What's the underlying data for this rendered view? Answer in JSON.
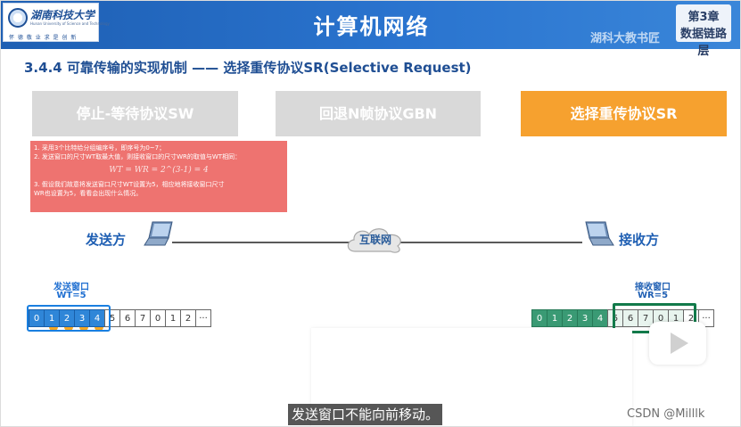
{
  "header": {
    "logo_name": "湖南科技大学",
    "logo_subtitle": "Hunan University of Science and Technology",
    "logo_motto": "怀 德 敬 业   求 是 创 新",
    "title": "计算机网络",
    "chapter_number": "第3章",
    "chapter_name": "数据链路层",
    "watermark": "湖科大教书匠"
  },
  "section": {
    "title": "3.4.4 可靠传输的实现机制 —— 选择重传协议SR(Selective Request)"
  },
  "protocols": [
    {
      "label": "停止-等待协议SW",
      "active": false
    },
    {
      "label": "回退N帧协议GBN",
      "active": false
    },
    {
      "label": "选择重传协议SR",
      "active": true
    }
  ],
  "note": {
    "line1": "1. 采用3个比特给分组编序号，即序号为0~7；",
    "line2": "2. 发送窗口的尺寸WT取最大值，则接收窗口的尺寸WR的取值与WT相同：",
    "formula": "WT = WR = 2^(3-1) = 4",
    "line3a": "3. 假设我们故意将发送窗口尺寸WT设置为5，相应地将接收窗口尺寸",
    "line3b": "WR也设置为5，看看会出现什么情况。"
  },
  "network": {
    "sender_label": "发送方",
    "receiver_label": "接收方",
    "cloud_label": "互联网"
  },
  "sender_window": {
    "title": "发送窗口",
    "size": "WT=5",
    "sequence": [
      "0",
      "1",
      "2",
      "3",
      "4",
      "5",
      "6",
      "7",
      "0",
      "1",
      "2",
      "···"
    ]
  },
  "receiver_window": {
    "title": "接收窗口",
    "size": "WR=5",
    "sequence": [
      "0",
      "1",
      "2",
      "3",
      "4",
      "5",
      "6",
      "7",
      "0",
      "1",
      "2",
      "···"
    ]
  },
  "video": {
    "subtitle": "发送窗口不能向前移动。",
    "watermark": "CSDN @Milllk"
  },
  "colors": {
    "header_blue": "#2a74cf",
    "heading_blue": "#1f4e93",
    "active_tab": "#f6a12f",
    "inactive_tab": "#d9d9d9",
    "note_red": "#ee7370",
    "sender_window": "#2f86d8",
    "receiver_window": "#3a9a74"
  }
}
